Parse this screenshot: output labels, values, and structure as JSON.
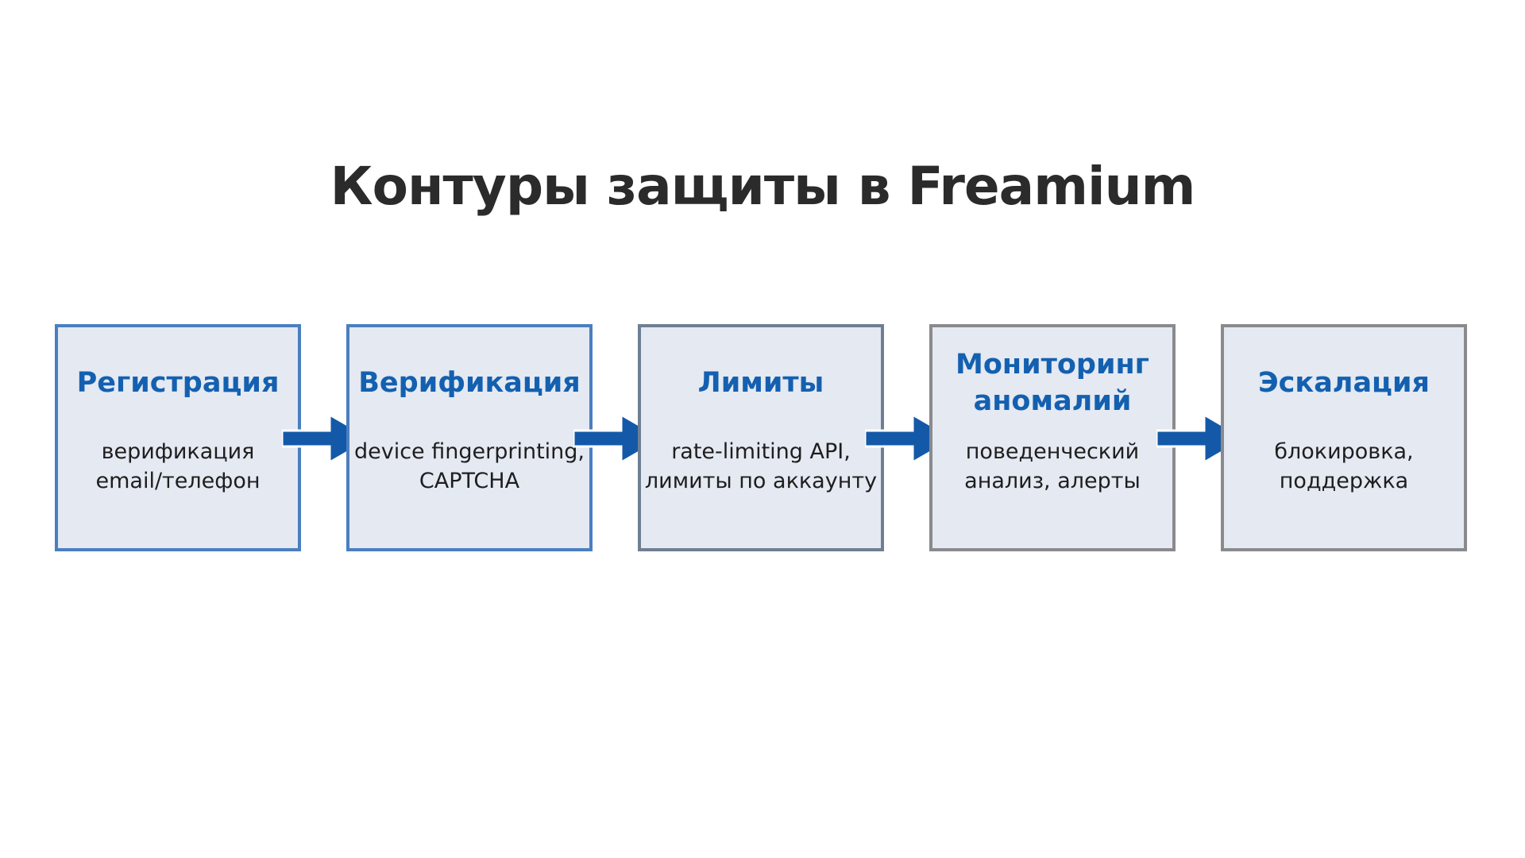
{
  "title": "Контуры защиты в Freamium",
  "colors": {
    "accent": "#1460b0",
    "arrow": "#1459a8",
    "box_fill": "#e4e9f2",
    "border_blue": "#4a7fbf",
    "border_slate": "#6f7f93",
    "border_gray": "#8a8a8e"
  },
  "steps": [
    {
      "heading": "Регистрация",
      "description": "верификация\nemail/телефон",
      "border_color": "#4a7fbf"
    },
    {
      "heading": "Верификация",
      "description": "device fingerprinting,\nCAPTCHA",
      "border_color": "#4a7fbf"
    },
    {
      "heading": "Лимиты",
      "description": "rate-limiting API,\nлимиты по аккаунту",
      "border_color": "#6f7f93"
    },
    {
      "heading": "Мониторинг\nаномалий",
      "description": "поведенческий\nанализ, алерты",
      "border_color": "#8a8a8e"
    },
    {
      "heading": "Эскалация",
      "description": "блокировка,\nподдержка",
      "border_color": "#8a8a8e"
    }
  ],
  "connectors": [
    {
      "from": "Регистрация",
      "to": "Верификация",
      "icon": "arrow-right-icon"
    },
    {
      "from": "Верификация",
      "to": "Лимиты",
      "icon": "arrow-right-icon"
    },
    {
      "from": "Лимиты",
      "to": "Мониторинг аномалий",
      "icon": "arrow-right-icon"
    },
    {
      "from": "Мониторинг аномалий",
      "to": "Эскалация",
      "icon": "arrow-right-icon"
    }
  ]
}
